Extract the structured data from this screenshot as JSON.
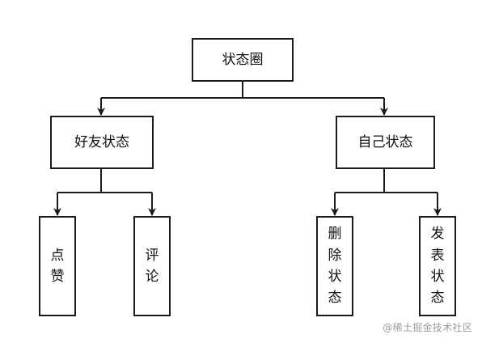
{
  "diagram": {
    "root": {
      "label": "状态圈"
    },
    "branches": [
      {
        "label": "好友状态",
        "children": [
          {
            "label": "点赞"
          },
          {
            "label": "评论"
          }
        ]
      },
      {
        "label": "自己状态",
        "children": [
          {
            "label": "删除状态"
          },
          {
            "label": "发表状态"
          }
        ]
      }
    ]
  },
  "watermark": "@稀土掘金技术社区",
  "colors": {
    "stroke": "#1a1a1a",
    "text": "#111111",
    "watermark": "#9a9a9a"
  }
}
